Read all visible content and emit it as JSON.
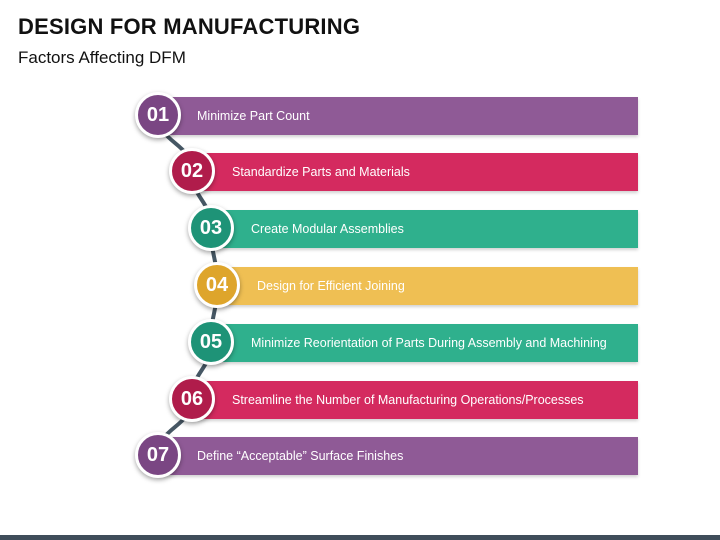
{
  "header": {
    "title": "DESIGN FOR MANUFACTURING",
    "subtitle": "Factors Affecting DFM"
  },
  "theme": {
    "connector_color": "#465764",
    "footer_color": "#3f4d5a",
    "purple": "#8f5a96",
    "crimson": "#d42a5f",
    "teal": "#2fb08d",
    "amber": "#efbf53"
  },
  "steps": [
    {
      "number": "01",
      "label": "Minimize Part Count",
      "color": "#8f5a96",
      "badge_color": "#7a4683"
    },
    {
      "number": "02",
      "label": "Standardize Parts and Materials",
      "color": "#d42a5f",
      "badge_color": "#b01c4b"
    },
    {
      "number": "03",
      "label": "Create Modular Assemblies",
      "color": "#2fb08d",
      "badge_color": "#1e9377"
    },
    {
      "number": "04",
      "label": "Design for Efficient Joining",
      "color": "#efbf53",
      "badge_color": "#dea52b"
    },
    {
      "number": "05",
      "label": "Minimize Reorientation of Parts During Assembly and Machining",
      "color": "#2fb08d",
      "badge_color": "#1e9377"
    },
    {
      "number": "06",
      "label": "Streamline the Number of Manufacturing Operations/Processes",
      "color": "#d42a5f",
      "badge_color": "#b01c4b"
    },
    {
      "number": "07",
      "label": "Define “Acceptable” Surface Finishes",
      "color": "#8f5a96",
      "badge_color": "#7a4683"
    }
  ]
}
